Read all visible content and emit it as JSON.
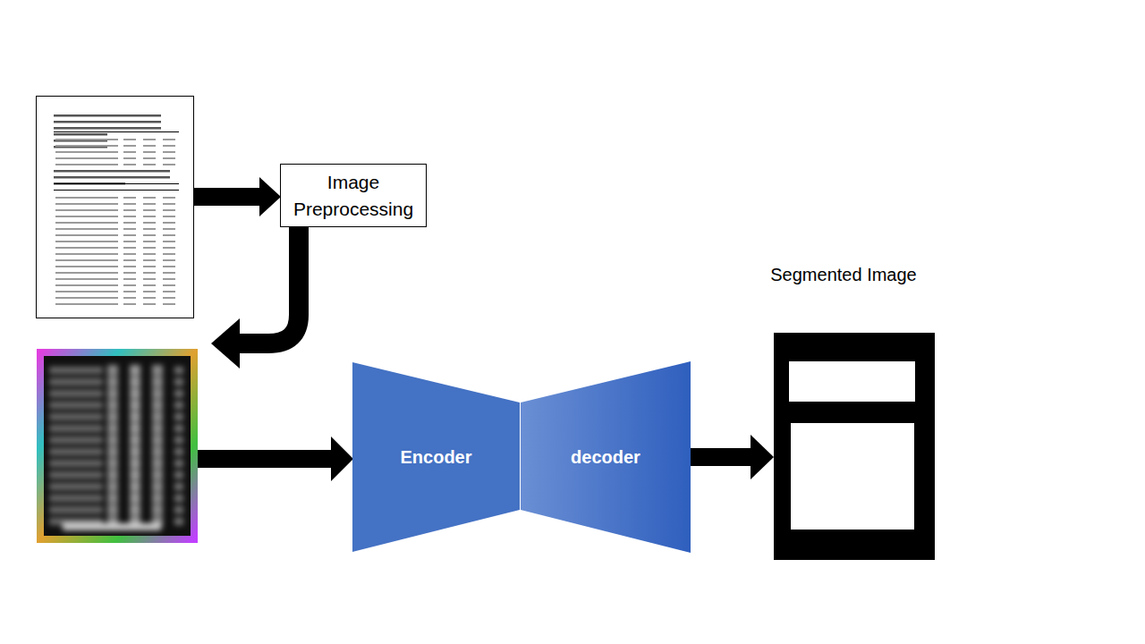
{
  "diagram": {
    "nodes": [
      {
        "text": [
          "Image Preprocessing"
        ]
      },
      {
        "text": [
          "Encoder"
        ]
      },
      {
        "text": [
          "decoder"
        ]
      },
      {
        "text": [
          "Segmented Image"
        ]
      }
    ],
    "edges": [
      {
        "from": 2,
        "to": 3,
        "arrow": "to"
      }
    ]
  }
}
